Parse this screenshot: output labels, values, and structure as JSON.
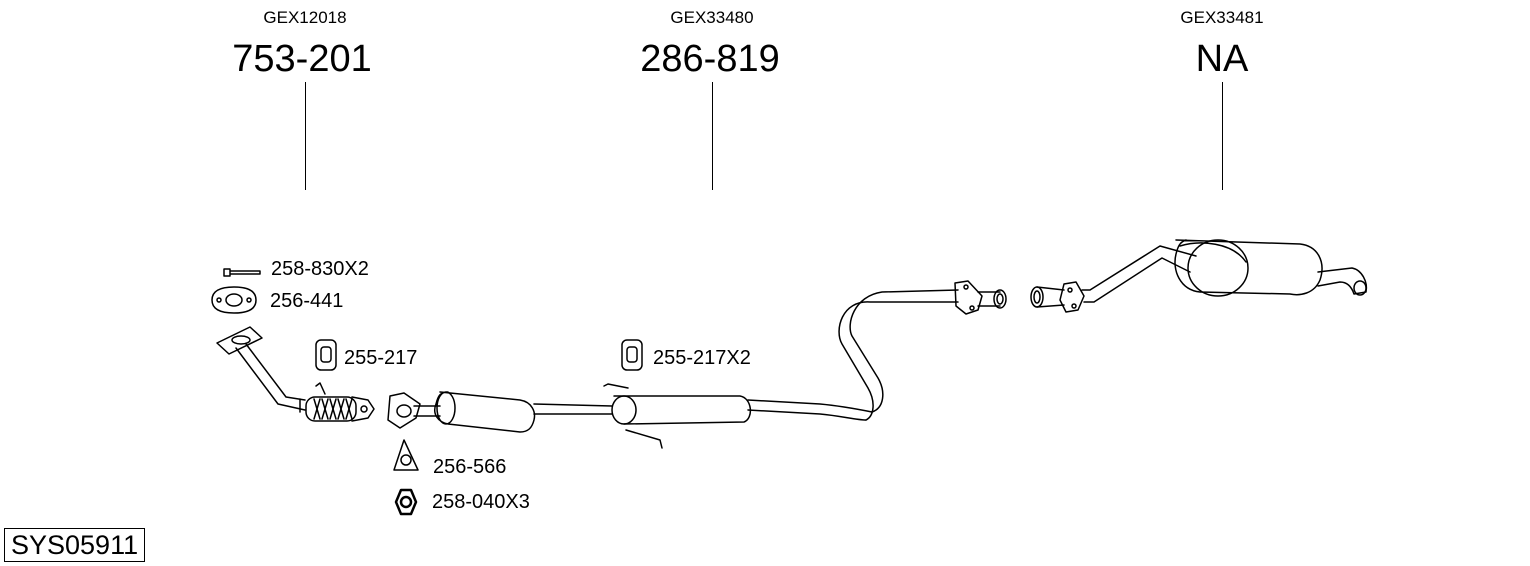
{
  "sections": [
    {
      "code": "GEX12018",
      "part": "753-201"
    },
    {
      "code": "GEX33480",
      "part": "286-819"
    },
    {
      "code": "GEX33481",
      "part": "NA"
    }
  ],
  "accessories": [
    {
      "label": "258-830X2",
      "icon": "bolt-icon"
    },
    {
      "label": "256-441",
      "icon": "gasket-oval-icon"
    },
    {
      "label": "255-217",
      "icon": "rubber-hanger-icon"
    },
    {
      "label": "255-217X2",
      "icon": "rubber-hanger-icon"
    },
    {
      "label": "256-566",
      "icon": "gasket-triangle-icon"
    },
    {
      "label": "258-040X3",
      "icon": "hex-nut-icon"
    }
  ],
  "system_code": "SYS05911"
}
